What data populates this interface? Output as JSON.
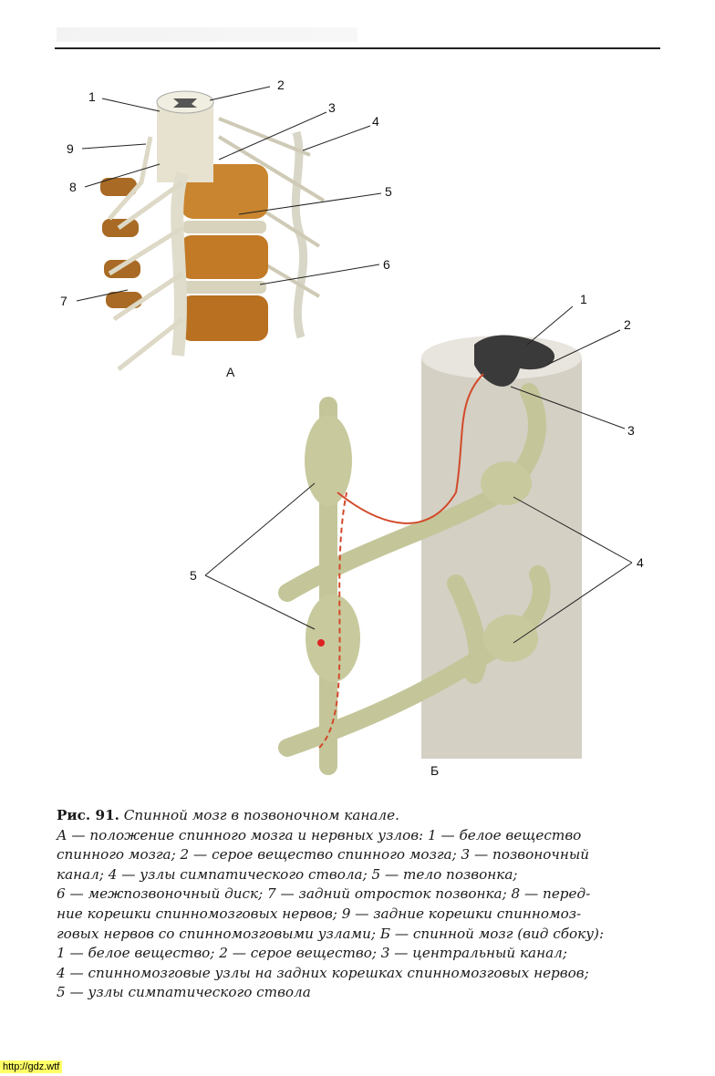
{
  "figure_a": {
    "labels": [
      "1",
      "2",
      "3",
      "4",
      "5",
      "6",
      "7",
      "8",
      "9"
    ],
    "letter": "А"
  },
  "figure_b": {
    "labels": [
      "1",
      "2",
      "3",
      "4",
      "5"
    ],
    "letter": "Б"
  },
  "caption": {
    "title_bold": "Рис. 91.",
    "title_italic": "Спинной мозг в позвоночном канале.",
    "lines": [
      "А — положение спинного мозга и нервных узлов: 1 — белое вещество",
      "спинного мозга; 2 — серое вещество спинного мозга; 3 — позвоночный",
      "канал; 4 — узлы симпатического ствола; 5 — тело позвонка;",
      "6 — межпозвоночный диск; 7 — задний отросток позвонка; 8 — перед-",
      "ние корешки спинномозговых нервов; 9 — задние корешки спинномоз-",
      "говых нервов со спинномозговыми узлами; Б — спинной мозг (вид сбоку):",
      "1 — белое вещество; 2 — серое вещество; 3 — центральный канал;",
      "4 — спинномозговые узлы на задних корешках спинномозговых нервов;",
      "5 — узлы симпатического ствола"
    ]
  },
  "watermark": "http://gdz.wtf"
}
